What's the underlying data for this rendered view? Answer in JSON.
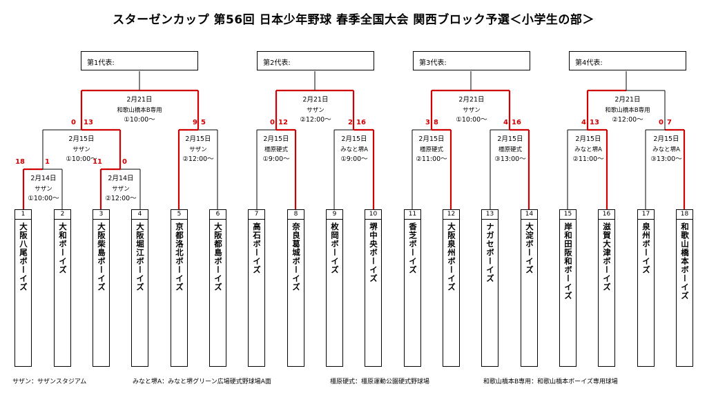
{
  "title": "スターゼンカップ 第56回 日本少年野球 春季全国大会 関西ブロック予選＜小学生の部＞",
  "representatives": [
    "第1代表:",
    "第2代表:",
    "第3代表:",
    "第4代表:"
  ],
  "teams": [
    {
      "num": "1",
      "name": "大阪八尾ボーイズ"
    },
    {
      "num": "2",
      "name": "大和ボーイズ"
    },
    {
      "num": "3",
      "name": "大阪柴島ボーイズ"
    },
    {
      "num": "4",
      "name": "大阪堀江ボーイズ"
    },
    {
      "num": "5",
      "name": "京都洛北ボーイズ"
    },
    {
      "num": "6",
      "name": "大阪都島ボーイズ"
    },
    {
      "num": "7",
      "name": "高石ボーイズ"
    },
    {
      "num": "8",
      "name": "奈良葛城ボーイズ"
    },
    {
      "num": "9",
      "name": "枚岡ボーイズ"
    },
    {
      "num": "10",
      "name": "堺中央ボーイズ"
    },
    {
      "num": "11",
      "name": "香芝ボーイズ"
    },
    {
      "num": "12",
      "name": "大阪泉州ボーイズ"
    },
    {
      "num": "13",
      "name": "ナガセボーイズ"
    },
    {
      "num": "14",
      "name": "大淀ボーイズ"
    },
    {
      "num": "15",
      "name": "岸和田阪和ボーイズ"
    },
    {
      "num": "16",
      "name": "滋賀大津ボーイズ"
    },
    {
      "num": "17",
      "name": "泉州ボーイズ"
    },
    {
      "num": "18",
      "name": "和歌山橋本ボーイズ"
    }
  ],
  "matches": [
    {
      "date": "2月14日",
      "venue": "サザン",
      "time": "①10:00～",
      "score_left": "18",
      "score_right": "1"
    },
    {
      "date": "2月14日",
      "venue": "サザン",
      "time": "②12:00～",
      "score_left": "11",
      "score_right": "0"
    },
    {
      "date": "2月15日",
      "venue": "サザン",
      "time": "①10:00～",
      "score_left": "0",
      "score_right": "13"
    },
    {
      "date": "2月15日",
      "venue": "サザン",
      "time": "②12:00～",
      "score_left": "9",
      "score_right": "5"
    },
    {
      "date": "2月21日",
      "venue": "和歌山橋本B専用",
      "time": "①10:00～",
      "score_left": "",
      "score_right": ""
    },
    {
      "date": "2月15日",
      "venue": "橿原硬式",
      "time": "①9:00～",
      "score_left": "0",
      "score_right": "12"
    },
    {
      "date": "2月15日",
      "venue": "みなと堺A",
      "time": "①9:00～",
      "score_left": "2",
      "score_right": "16"
    },
    {
      "date": "2月21日",
      "venue": "サザン",
      "time": "②12:00～",
      "score_left": "",
      "score_right": ""
    },
    {
      "date": "2月15日",
      "venue": "橿原硬式",
      "time": "②11:00～",
      "score_left": "3",
      "score_right": "8"
    },
    {
      "date": "2月15日",
      "venue": "橿原硬式",
      "time": "③13:00～",
      "score_left": "4",
      "score_right": "16"
    },
    {
      "date": "2月21日",
      "venue": "サザン",
      "time": "①10:00～",
      "score_left": "",
      "score_right": ""
    },
    {
      "date": "2月15日",
      "venue": "みなと堺A",
      "time": "②11:00～",
      "score_left": "4",
      "score_right": "13"
    },
    {
      "date": "2月15日",
      "venue": "みなと堺A",
      "time": "③13:00～",
      "score_left": "0",
      "score_right": "7"
    },
    {
      "date": "2月21日",
      "venue": "和歌山橋本B専用",
      "time": "②12:00～",
      "score_left": "",
      "score_right": ""
    }
  ],
  "legend": [
    "サザン：サザンスタジアム",
    "みなと堺A：みなと堺グリーン広場硬式野球場A面",
    "橿原硬式：橿原運動公園硬式野球場",
    "和歌山橋本B専用：和歌山橋本ボーイズ専用球場"
  ],
  "colors": {
    "winner_line": "#d00000",
    "line": "#000000",
    "score": "#d00000"
  }
}
